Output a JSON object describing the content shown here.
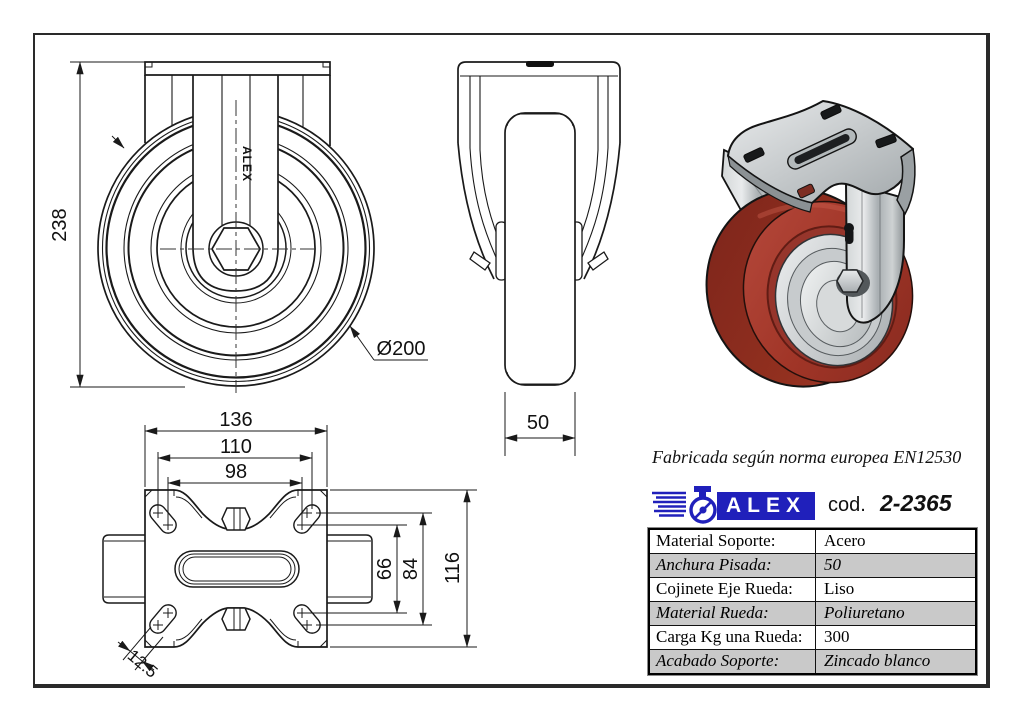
{
  "note": "Fabricada según norma europea EN12530",
  "logo": {
    "brand": "ALEX",
    "code_label": "cod.",
    "code": "2-2365"
  },
  "views": {
    "front": {
      "height_dim": "238",
      "diameter_dim": "Ø200",
      "brand_mark": "ALEX"
    },
    "side": {
      "width_dim": "50"
    },
    "plate": {
      "overall_width": "136",
      "bolt_spacing_outer": "110",
      "bolt_spacing_inner": "98",
      "overall_depth": "116",
      "bolt_spacing_v_outer": "84",
      "bolt_spacing_v_inner": "66",
      "slot_width": "12.5"
    }
  },
  "spec_table": {
    "rows": [
      {
        "label": "Material Soporte:",
        "value": "Acero"
      },
      {
        "label": "Anchura Pisada:",
        "value": "50"
      },
      {
        "label": "Cojinete Eje Rueda:",
        "value": "Liso"
      },
      {
        "label": "Material Rueda:",
        "value": "Poliuretano"
      },
      {
        "label": "Carga Kg una Rueda:",
        "value": "300"
      },
      {
        "label": "Acabado Soporte:",
        "value": "Zincado blanco"
      }
    ]
  },
  "colors": {
    "logo_blue": "#2020bb",
    "wheel_red": "#9e382c",
    "metal_gray": "#c7cbcd",
    "table_row_gray": "#c9c9c9"
  }
}
